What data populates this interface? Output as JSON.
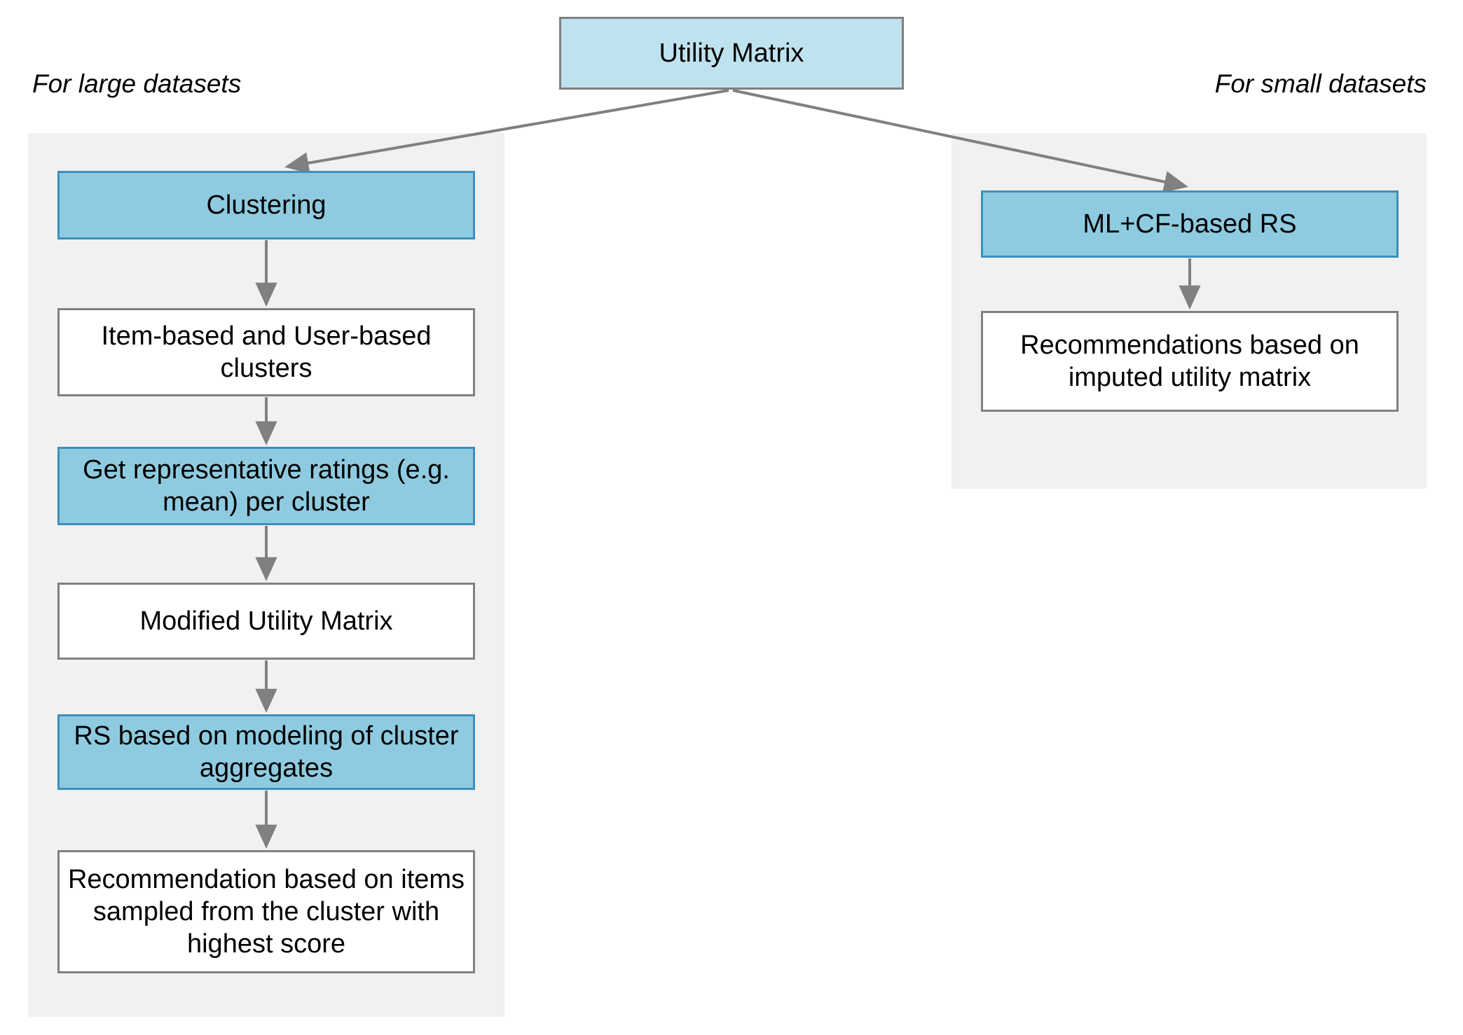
{
  "diagram": {
    "title_node": {
      "label": "Utility Matrix"
    },
    "branches": [
      {
        "label": "For large datasets",
        "nodes": [
          {
            "id": "clustering",
            "label": "Clustering",
            "style": "process"
          },
          {
            "id": "clusters",
            "label": "Item-based and User-based clusters",
            "style": "data"
          },
          {
            "id": "representative",
            "label": "Get representative ratings (e.g. mean) per cluster",
            "style": "process"
          },
          {
            "id": "modified_um",
            "label": "Modified Utility Matrix",
            "style": "data"
          },
          {
            "id": "rs_modeling",
            "label": "RS based on modeling of cluster aggregates",
            "style": "process"
          },
          {
            "id": "recommendation",
            "label": "Recommendation based on items sampled from the cluster with highest score",
            "style": "data"
          }
        ]
      },
      {
        "label": "For small datasets",
        "nodes": [
          {
            "id": "mlcf",
            "label": "ML+CF-based RS",
            "style": "process"
          },
          {
            "id": "recs_imputed",
            "label": "Recommendations based on imputed utility matrix",
            "style": "data"
          }
        ]
      }
    ],
    "colors": {
      "root_fill": "#bfe2ef",
      "root_border": "#808080",
      "process_fill": "#8fcbe0",
      "process_border": "#3d8fbd",
      "data_fill": "#ffffff",
      "data_border": "#808080",
      "panel_fill": "#f1f1f1",
      "edge": "#808080",
      "text": "#000000",
      "page_background": "#ffffff"
    }
  }
}
